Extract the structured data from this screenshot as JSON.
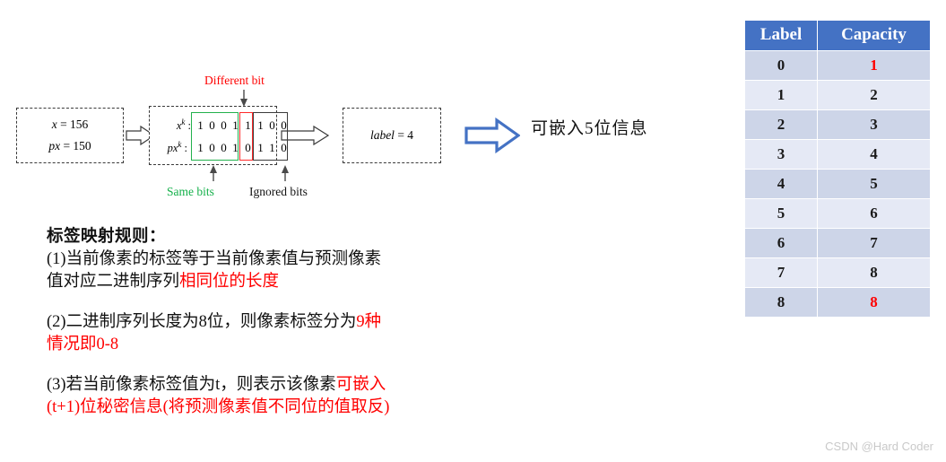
{
  "diagram": {
    "input_box": {
      "line1_var": "x",
      "line1_eq": " = 156",
      "line2_var": "px",
      "line2_eq": " = 150"
    },
    "bits_box": {
      "row1_label_base": "x",
      "row1_label_sup": "k",
      "row1_label_colon": " :",
      "row2_label_base": "px",
      "row2_label_sup": "k",
      "row2_label_colon": " :",
      "row1_bits": [
        "1",
        "0",
        "0",
        "1",
        "1",
        "1",
        "0",
        "0"
      ],
      "row2_bits": [
        "1",
        "0",
        "0",
        "1",
        "0",
        "1",
        "1",
        "0"
      ]
    },
    "label_box": {
      "var": "label",
      "eq": " = 4"
    },
    "annotations": {
      "different_bit": "Different bit",
      "same_bits": "Same bits",
      "ignored_bits": "Ignored bits"
    },
    "caption": "可嵌入5位信息",
    "colors": {
      "same": "#23b14d",
      "different": "#ff2a2a",
      "ignored": "#3c3c3c",
      "arrow_blue": "#4472C4"
    }
  },
  "rules": {
    "heading": "标签映射规则：",
    "rule1_black_a": "(1)当前像素的标签等于当前像素值与预测像素",
    "rule1_black_b": "值对应二进制序列",
    "rule1_red": "相同位的长度",
    "rule2_black_a": "(2)二进制序列长度为8位，则像素标签分为",
    "rule2_red_a": "9种",
    "rule2_red_b": "情况即0-8",
    "rule3_black_a": "(3)若当前像素标签值为t，则表示该像素",
    "rule3_red_a": "可嵌入",
    "rule3_red_b": "(t+1)位秘密信息(将预测像素值不同位的值取反)"
  },
  "table": {
    "headers": [
      "Label",
      "Capacity"
    ],
    "rows": [
      {
        "label": "0",
        "capacity": "1",
        "capacity_highlight": true
      },
      {
        "label": "1",
        "capacity": "2",
        "capacity_highlight": false
      },
      {
        "label": "2",
        "capacity": "3",
        "capacity_highlight": false
      },
      {
        "label": "3",
        "capacity": "4",
        "capacity_highlight": false
      },
      {
        "label": "4",
        "capacity": "5",
        "capacity_highlight": false
      },
      {
        "label": "5",
        "capacity": "6",
        "capacity_highlight": false
      },
      {
        "label": "6",
        "capacity": "7",
        "capacity_highlight": false
      },
      {
        "label": "7",
        "capacity": "8",
        "capacity_highlight": false
      },
      {
        "label": "8",
        "capacity": "8",
        "capacity_highlight": true
      }
    ],
    "header_color": "#4472C4"
  },
  "watermark": "CSDN @Hard Coder"
}
